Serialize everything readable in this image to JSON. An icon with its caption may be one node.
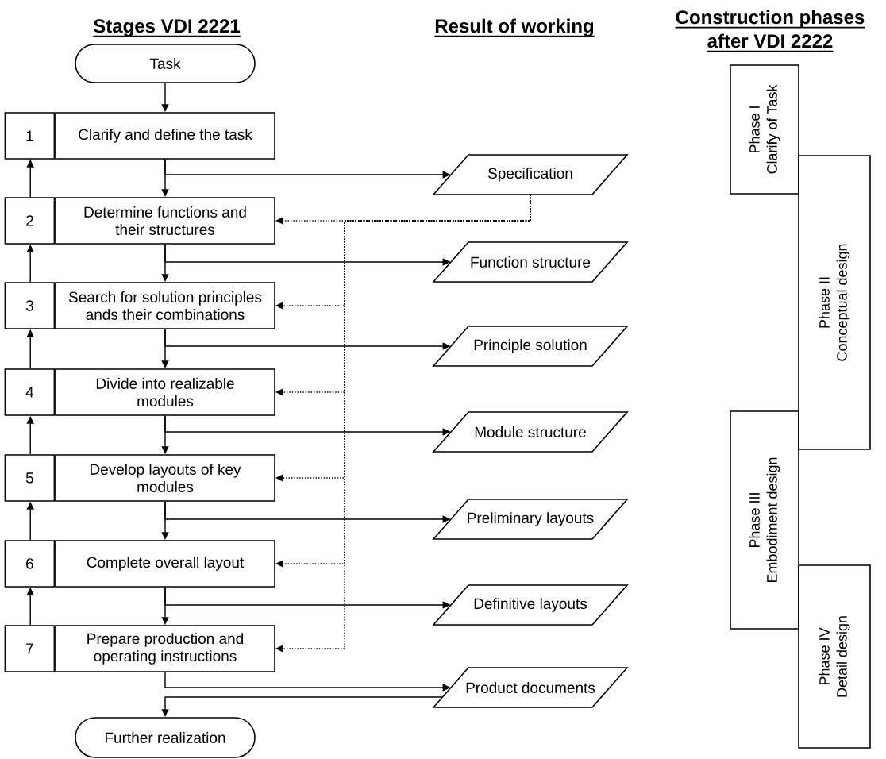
{
  "diagram": {
    "nodes": [
      {
        "text": [
          "Task"
        ]
      },
      {
        "text": [
          "1",
          "Clarify and define the task"
        ]
      },
      {
        "text": [
          "2",
          "Determine functions and their structures"
        ]
      },
      {
        "text": [
          "3",
          "Search for solution principles ands their combinations"
        ]
      },
      {
        "text": [
          "4",
          "Divide into realizable modules"
        ]
      },
      {
        "text": [
          "5",
          "Develop layouts of key modules"
        ]
      },
      {
        "text": [
          "6",
          "Complete overall layout"
        ]
      },
      {
        "text": [
          "7",
          "Prepare production and operating instructions"
        ]
      },
      {
        "text": [
          "Further realization"
        ]
      },
      {
        "text": [
          "Specification"
        ]
      },
      {
        "text": [
          "Function structure"
        ]
      },
      {
        "text": [
          "Principle solution"
        ]
      },
      {
        "text": [
          "Module structure"
        ]
      },
      {
        "text": [
          "Preliminary layouts"
        ]
      },
      {
        "text": [
          "Definitive layouts"
        ]
      },
      {
        "text": [
          "Product documents"
        ]
      },
      {
        "text": [
          "Phase I",
          "Clarify of Task"
        ]
      },
      {
        "text": [
          "Phase II",
          "Conceptual design"
        ]
      },
      {
        "text": [
          "Phase III",
          "Embodiment design"
        ]
      },
      {
        "text": [
          "Phase IV",
          "Detail design"
        ]
      }
    ],
    "edges": [
      {
        "from": 0,
        "to": 1,
        "arrow": "to"
      },
      {
        "from": 1,
        "to": 2,
        "arrow": "to"
      },
      {
        "from": 1,
        "to": 9,
        "arrow": "to"
      },
      {
        "from": 2,
        "to": 3,
        "arrow": "to"
      },
      {
        "from": 2,
        "to": 10,
        "arrow": "to"
      },
      {
        "from": 3,
        "to": 4,
        "arrow": "to"
      },
      {
        "from": 3,
        "to": 11,
        "arrow": "to"
      },
      {
        "from": 4,
        "to": 5,
        "arrow": "to"
      },
      {
        "from": 4,
        "to": 12,
        "arrow": "to"
      },
      {
        "from": 5,
        "to": 6,
        "arrow": "to"
      },
      {
        "from": 5,
        "to": 13,
        "arrow": "to"
      },
      {
        "from": 6,
        "to": 7,
        "arrow": "to"
      },
      {
        "from": 6,
        "to": 14,
        "arrow": "to"
      },
      {
        "from": 7,
        "to": 15,
        "arrow": "to"
      },
      {
        "from": 15,
        "to": 8,
        "arrow": "to"
      },
      {
        "from": 2,
        "to": 1,
        "arrow": "to"
      },
      {
        "from": 3,
        "to": 2,
        "arrow": "to"
      },
      {
        "from": 4,
        "to": 3,
        "arrow": "to"
      },
      {
        "from": 5,
        "to": 4,
        "arrow": "to"
      },
      {
        "from": 6,
        "to": 5,
        "arrow": "to"
      },
      {
        "from": 7,
        "to": 6,
        "arrow": "to"
      },
      {
        "from": 9,
        "to": 2,
        "arrow": "to",
        "style": "dashed"
      },
      {
        "from": 9,
        "to": 3,
        "arrow": "to",
        "style": "dashed"
      },
      {
        "from": 9,
        "to": 4,
        "arrow": "to",
        "style": "dashed"
      },
      {
        "from": 9,
        "to": 5,
        "arrow": "to",
        "style": "dashed"
      },
      {
        "from": 9,
        "to": 6,
        "arrow": "to",
        "style": "dashed"
      },
      {
        "from": 9,
        "to": 7,
        "arrow": "to",
        "style": "dashed"
      }
    ],
    "labels": [
      "Stages VDI 2221",
      "Result of working",
      "Construction phases after VDI 2222"
    ]
  }
}
